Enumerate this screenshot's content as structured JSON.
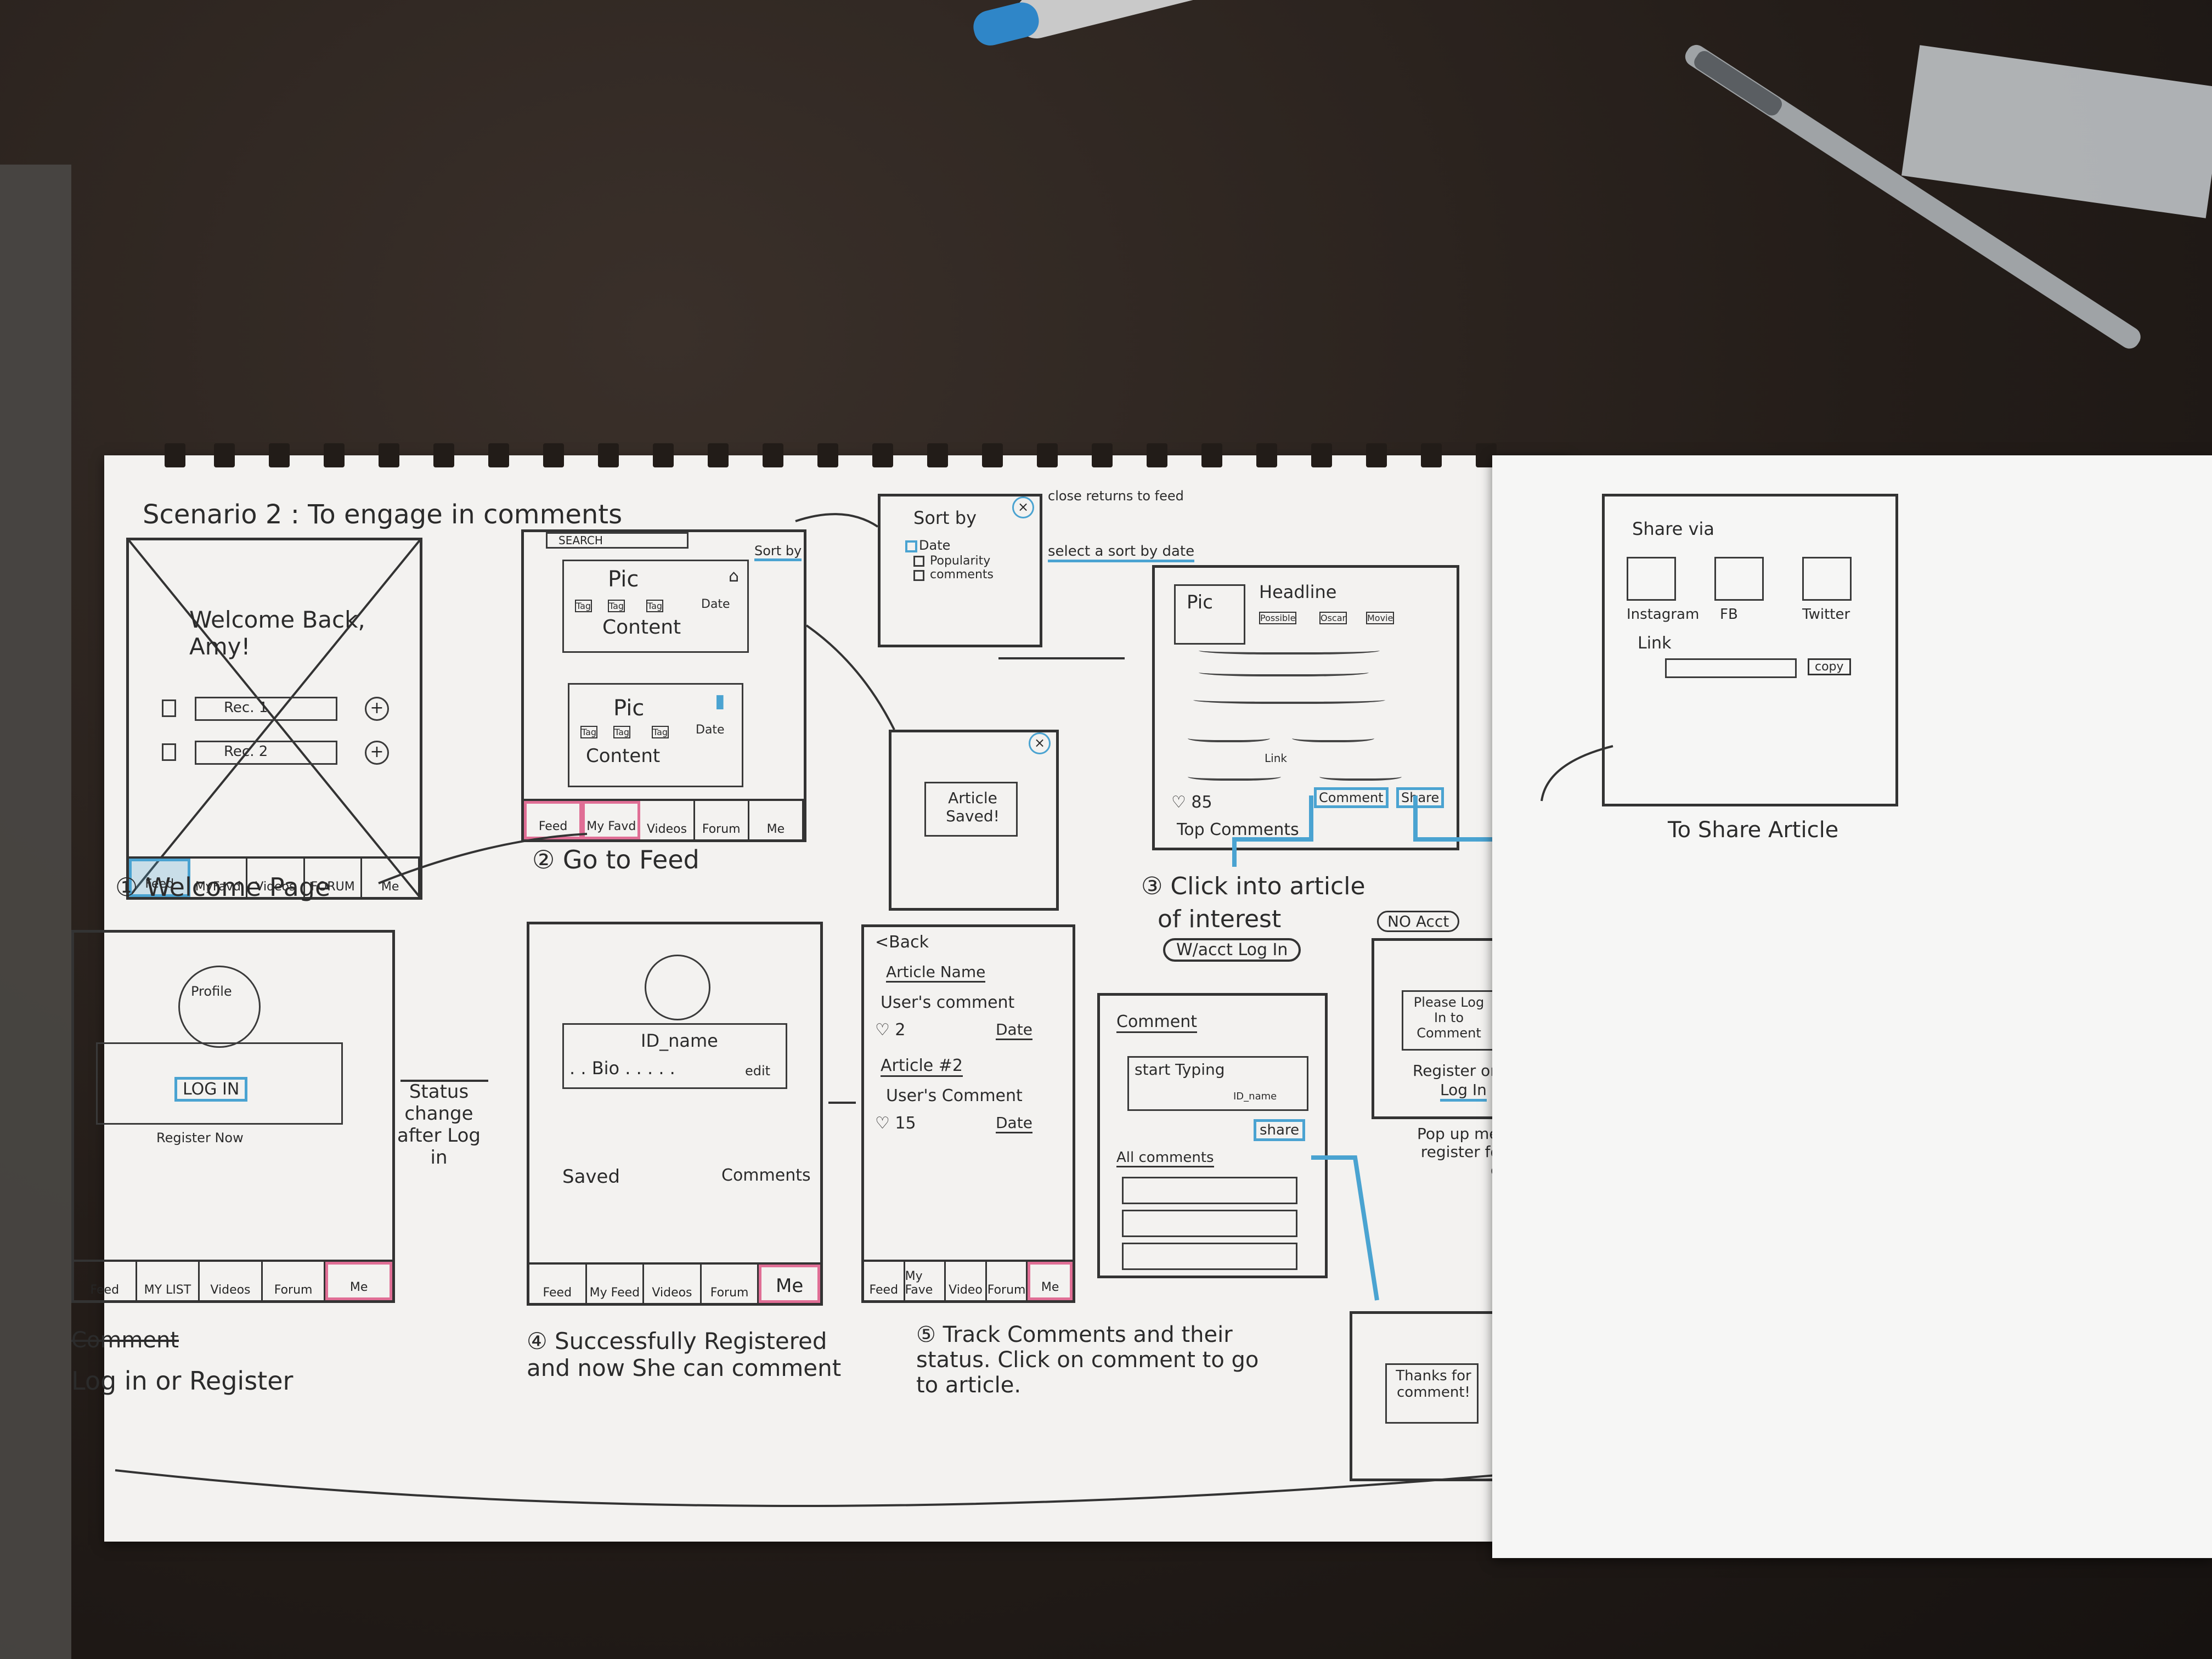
{
  "title": "Scenario 2 : To engage in comments",
  "welcome": {
    "greeting": "Welcome Back, Amy!",
    "rec1": "Rec. 1",
    "rec2": "Rec. 2",
    "nav": [
      "Feed",
      "MyFavd",
      "Videos",
      "FORUM",
      "Me"
    ],
    "caption": "① Welcome Page"
  },
  "feed": {
    "search": "SEARCH",
    "sort": "Sort by",
    "card1": {
      "pic": "Pic",
      "tags": [
        "Tag",
        "Tag",
        "Tag"
      ],
      "date": "Date",
      "content": "Content"
    },
    "card2": {
      "pic": "Pic",
      "tags": [
        "Tag",
        "Tag",
        "Tag"
      ],
      "date": "Date",
      "content": "Content"
    },
    "nav": [
      "Feed",
      "My Favd",
      "Videos",
      "Forum",
      "Me"
    ],
    "caption": "② Go to Feed"
  },
  "sortPopup": {
    "title": "Sort by",
    "options": [
      "Date",
      "Popularity",
      "comments"
    ],
    "note_close": "close returns to feed",
    "note_select": "select a sort by date"
  },
  "savedPopup": {
    "text": "Article Saved!"
  },
  "article": {
    "pic": "Pic",
    "headline": "Headline",
    "tags": [
      "Possible",
      "Oscar",
      "Movie"
    ],
    "link": "Link",
    "likes": "♡ 85",
    "top_comments": "Top Comments",
    "comment_btn": "Comment",
    "share_btn": "Share",
    "caption_line1": "③ Click into article",
    "caption_line2": "of interest",
    "w_login": "W/acct Log In"
  },
  "noAcct": {
    "tag": "NO Acct",
    "message": "Please Log In to Comment",
    "register": "Register or",
    "login": "Log In",
    "caption": "Pop up message to register for acct to comment"
  },
  "share": {
    "title": "Share via",
    "options": [
      "Instagram",
      "FB",
      "Twitter"
    ],
    "link_label": "Link",
    "copy": "copy",
    "caption": "To Share Article"
  },
  "login": {
    "profile": "Profile",
    "login_btn": "LOG IN",
    "register": "Register Now",
    "nav": [
      "Feed",
      "MY LIST",
      "Videos",
      "Forum",
      "Me"
    ],
    "caption_struck": "Comment",
    "caption": "Log in  or  Register",
    "status_note": "Status change after Log in"
  },
  "profile": {
    "id_name": "ID_name",
    "bio": ". . Bio . . . . .",
    "edit": "edit",
    "saved": "Saved",
    "comments": "Comments",
    "nav": [
      "Feed",
      "My Feed",
      "Videos",
      "Forum",
      "Me"
    ],
    "caption": "④ Successfully Registered and now She can comment"
  },
  "track": {
    "back": "<Back",
    "article_name": "Article Name",
    "user_comment": "User's comment",
    "likes1": "♡ 2",
    "date": "Date",
    "article2": "Article #2",
    "user_comment2": "User's Comment",
    "likes2": "♡ 15",
    "date2": "Date",
    "nav": [
      "Feed",
      "My Fave",
      "Video",
      "Forum",
      "Me"
    ],
    "caption": "⑤ Track Comments and their status. Click on comment to go to article."
  },
  "commentScreen": {
    "title": "Comment",
    "placeholder": "start Typing",
    "id_name": "ID_name",
    "share": "share",
    "all_comments": "All comments"
  },
  "thanks": {
    "text": "Thanks for comment!"
  },
  "colors": {
    "highlight_blue": "#4aa3d1",
    "highlight_pink": "#e06e95",
    "paper": "#f3f2f0",
    "desk": "#1e1916"
  }
}
